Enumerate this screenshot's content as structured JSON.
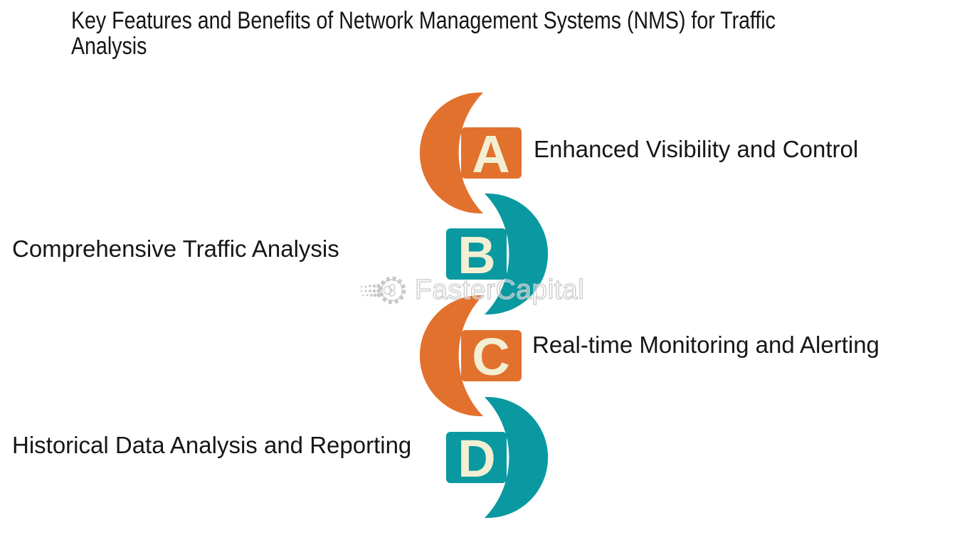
{
  "title": {
    "text": "Key Features and Benefits of Network Management Systems (NMS) for Traffic Analysis"
  },
  "colors": {
    "orange": "#E2712E",
    "teal": "#0A99A0",
    "cream": "#F2EFD3",
    "text": "#161616",
    "watermark_gray": "#C8C8C8"
  },
  "items": [
    {
      "letter": "A",
      "label": "Enhanced Visibility and Control",
      "color_name": "orange",
      "label_side": "right"
    },
    {
      "letter": "B",
      "label": "Comprehensive Traffic Analysis",
      "color_name": "teal",
      "label_side": "left"
    },
    {
      "letter": "C",
      "label": "Real-time Monitoring and Alerting",
      "color_name": "orange",
      "label_side": "right"
    },
    {
      "letter": "D",
      "label": "Historical Data Analysis and Reporting",
      "color_name": "teal",
      "label_side": "left"
    }
  ],
  "watermark": {
    "text": "FasterCapital"
  }
}
